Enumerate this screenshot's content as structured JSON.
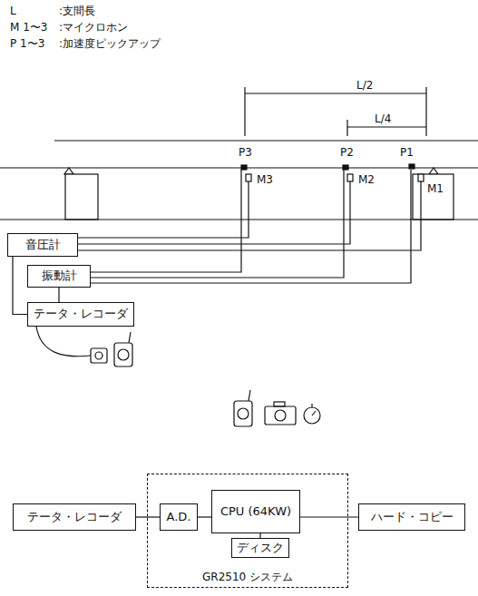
{
  "diagram": {
    "nodes": [
      {
        "text": [
          "音圧計"
        ]
      },
      {
        "text": [
          "振動計"
        ]
      },
      {
        "text": [
          "テータ・レコーダ"
        ]
      },
      {
        "text": [
          "テータ・レコーダ"
        ]
      },
      {
        "text": [
          "GR2510 システム"
        ]
      },
      {
        "text": [
          "A.D."
        ],
        "in": 4
      },
      {
        "text": [
          "CPU (64KW)"
        ],
        "in": 4
      },
      {
        "text": [
          "ディスク"
        ],
        "in": 4
      },
      {
        "text": [
          "ハード・コピー"
        ]
      }
    ],
    "edges": [
      {
        "from": 0,
        "to": 2,
        "arrow": "none"
      },
      {
        "from": 1,
        "to": 2,
        "arrow": "none"
      },
      {
        "from": 3,
        "to": 5,
        "arrow": "none"
      },
      {
        "from": 5,
        "to": 6,
        "arrow": "none"
      },
      {
        "from": 6,
        "to": 7,
        "arrow": "none"
      },
      {
        "from": 6,
        "to": 8,
        "arrow": "none"
      }
    ],
    "labels": [
      "L",
      ":支間長",
      "M 1〜3",
      ":マイクロホン",
      "P 1〜3",
      ":加速度ピックアップ",
      "L/2",
      "L/4",
      "P3",
      "P2",
      "P1",
      "M3",
      "M2",
      "M1"
    ]
  }
}
